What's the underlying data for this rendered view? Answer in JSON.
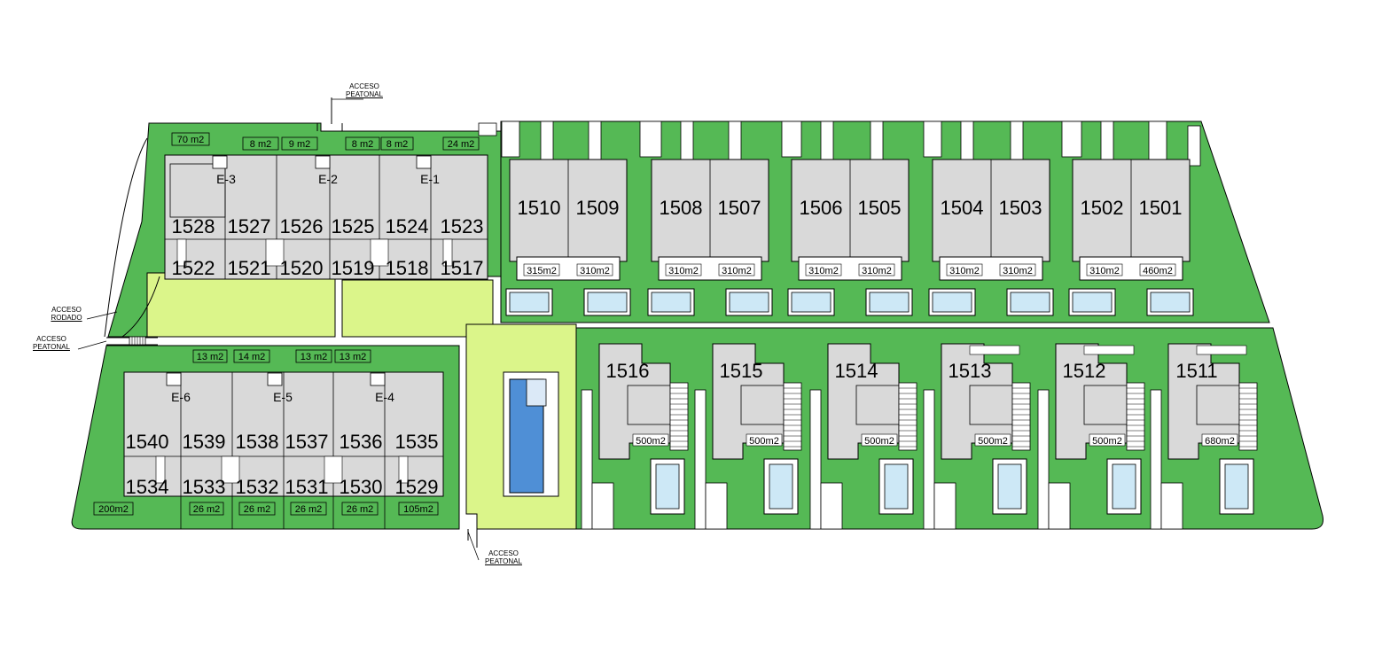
{
  "colors": {
    "garden": "#55b955",
    "common_area": "#dbf58a",
    "building": "#d9d9d9",
    "pool_water": "#cde8f6",
    "main_pool": "#4f8fd6",
    "outline": "#000000"
  },
  "access_labels": [
    {
      "line1": "ACCESO",
      "line2": "PEATONAL"
    },
    {
      "line1": "ACCESO",
      "line2": "RODADO"
    },
    {
      "line1": "ACCESO",
      "line2": "PEATONAL"
    },
    {
      "line1": "ACCESO",
      "line2": "PEATONAL"
    }
  ],
  "north_block": {
    "cores": [
      "E-3",
      "E-2",
      "E-1"
    ],
    "upper_units": [
      "1528",
      "1527",
      "1526",
      "1525",
      "1524",
      "1523"
    ],
    "lower_units": [
      "1522",
      "1521",
      "1520",
      "1519",
      "1518",
      "1517"
    ],
    "plot_areas": [
      "70 m2",
      "8 m2",
      "9 m2",
      "8 m2",
      "8 m2",
      "24 m2"
    ]
  },
  "south_block": {
    "cores": [
      "E-6",
      "E-5",
      "E-4"
    ],
    "upper_units": [
      "1540",
      "1539",
      "1538",
      "1537",
      "1536",
      "1535"
    ],
    "lower_units": [
      "1534",
      "1533",
      "1532",
      "1531",
      "1530",
      "1529"
    ],
    "top_areas": [
      "13 m2",
      "14 m2",
      "13 m2",
      "13 m2"
    ],
    "bottom_areas": [
      "200m2",
      "26 m2",
      "26 m2",
      "26 m2",
      "26 m2",
      "105m2"
    ]
  },
  "semidetached": [
    {
      "left": "1510",
      "right": "1509",
      "left_area": "315m2",
      "right_area": "310m2"
    },
    {
      "left": "1508",
      "right": "1507",
      "left_area": "310m2",
      "right_area": "310m2"
    },
    {
      "left": "1506",
      "right": "1505",
      "left_area": "310m2",
      "right_area": "310m2"
    },
    {
      "left": "1504",
      "right": "1503",
      "left_area": "310m2",
      "right_area": "310m2"
    },
    {
      "left": "1502",
      "right": "1501",
      "left_area": "310m2",
      "right_area": "460m2"
    }
  ],
  "villas": [
    {
      "unit": "1516",
      "area": "500m2"
    },
    {
      "unit": "1515",
      "area": "500m2"
    },
    {
      "unit": "1514",
      "area": "500m2"
    },
    {
      "unit": "1513",
      "area": "500m2"
    },
    {
      "unit": "1512",
      "area": "500m2"
    },
    {
      "unit": "1511",
      "area": "680m2"
    }
  ]
}
